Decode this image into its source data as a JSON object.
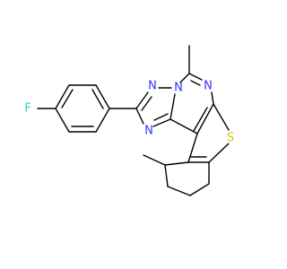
{
  "molecule": {
    "atoms": [
      {
        "id": "F",
        "symbol": "F",
        "color": "#33cccc"
      },
      {
        "id": "N1",
        "symbol": "N",
        "color": "#3333ff"
      },
      {
        "id": "N2",
        "symbol": "N",
        "color": "#3333ff"
      },
      {
        "id": "N3",
        "symbol": "N",
        "color": "#3333ff"
      },
      {
        "id": "N4",
        "symbol": "N",
        "color": "#3333ff"
      },
      {
        "id": "S",
        "symbol": "S",
        "color": "#cccc00"
      }
    ]
  }
}
